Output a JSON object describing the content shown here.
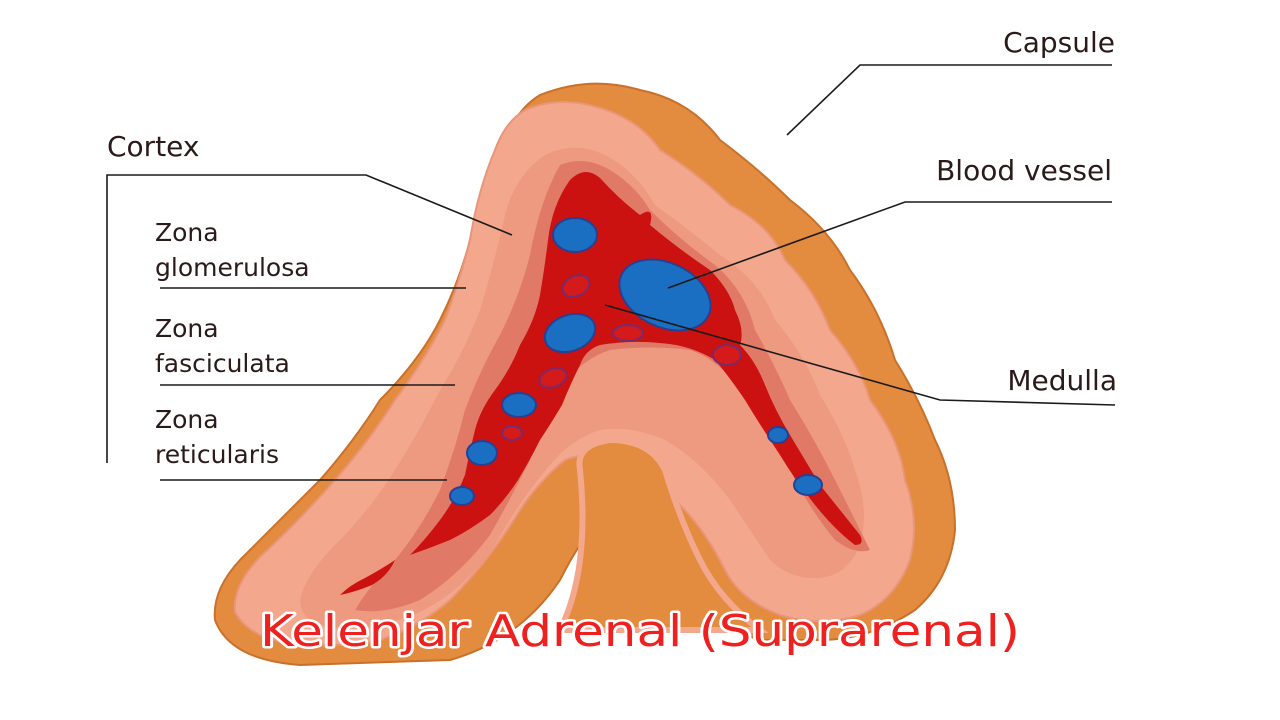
{
  "labels": {
    "capsule": "Capsule",
    "cortex": "Cortex",
    "blood_vessel": "Blood vessel",
    "medulla": "Medulla",
    "zona_glomerulosa_line1": "Zona",
    "zona_glomerulosa_line2": "glomerulosa",
    "zona_fasciculata_line1": "Zona",
    "zona_fasciculata_line2": "fasciculata",
    "zona_reticularis_line1": "Zona",
    "zona_reticularis_line2": "reticularis"
  },
  "caption": "Kelenjar Adrenal (Suprarenal)",
  "colors": {
    "capsule": "#e38b3f",
    "capsule_edge": "#c9712a",
    "zona_glomerulosa": "#f3a88e",
    "zona_fasciculata": "#ee9a80",
    "zona_reticularis": "#e07a66",
    "medulla": "#cc1111",
    "vessel_fill": "#1a6fc2",
    "vessel_outline": "#2a3f8f",
    "caption": "#ee2020"
  }
}
